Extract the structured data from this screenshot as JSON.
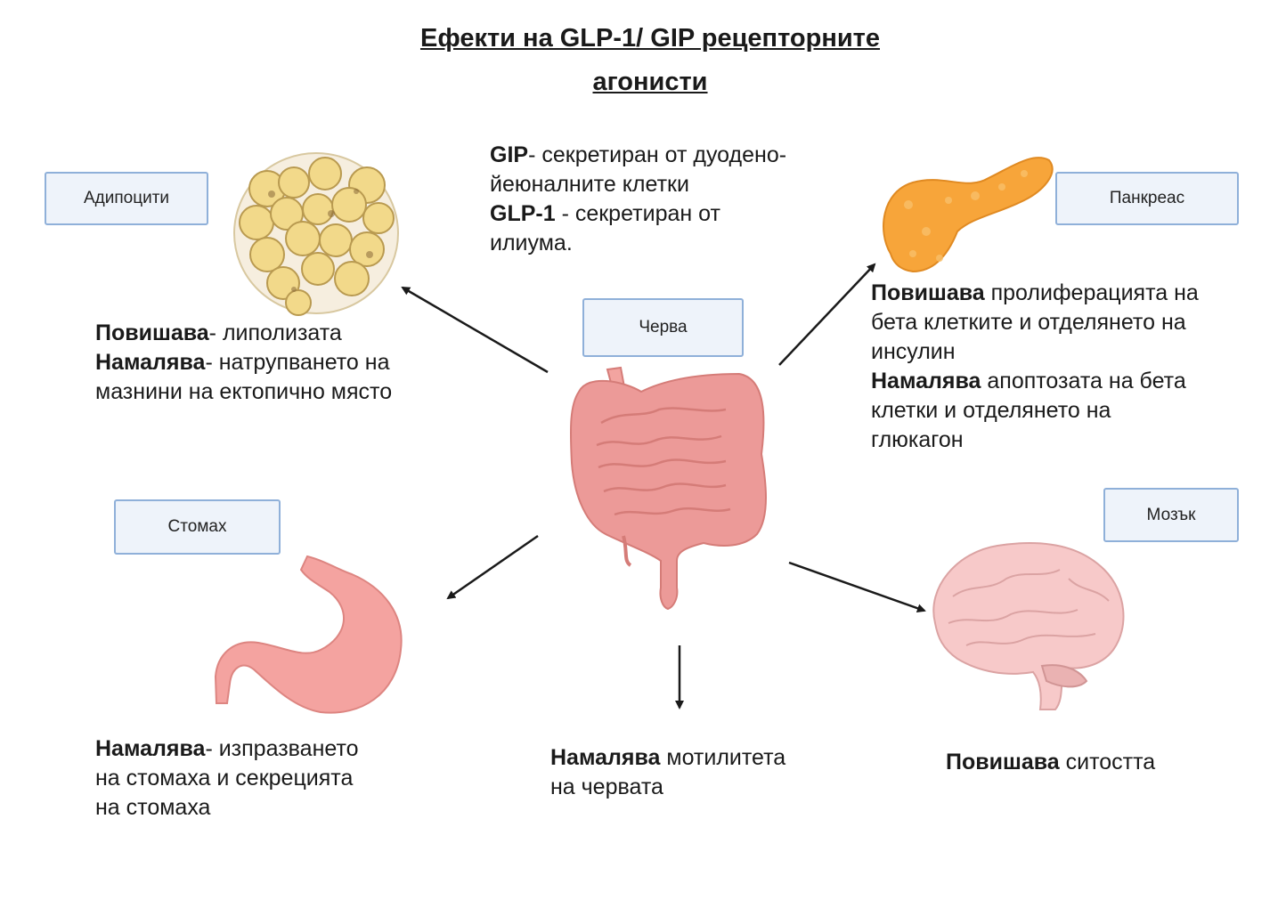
{
  "title": {
    "line1": "Ефекти на GLP-1/ GIP рецепторните ",
    "line2": "агонисти"
  },
  "labels": {
    "adipocytes": "Адипоцити",
    "pancreas": "Панкреас",
    "intestines": "Черва",
    "stomach": "Стомах",
    "brain": "Мозък"
  },
  "intro": {
    "gip_term": "GIP",
    "gip_line1_rest": "- секретиран от дуодено-",
    "gip_line2": "йеюналните клетки",
    "glp_term": "GLP-1",
    "glp_line1_rest": " - секретиран от",
    "glp_line2": "илиума."
  },
  "adipocytes_effects": {
    "line1_bold": "Повишава",
    "line1_rest": "- липолизата",
    "line2_bold": "Намалява",
    "line2_rest": "- натрупването на",
    "line3": "мазнини на ектопично място"
  },
  "pancreas_effects": {
    "line1_bold": "Повишава",
    "line1_rest": " пролиферацията на",
    "line2": "бета клетките и отделянето на",
    "line3": "инсулин",
    "line4_bold": "Намалява",
    "line4_rest": " апоптозата на бета",
    "line5": "клетки и отделянето на",
    "line6": "глюкагон"
  },
  "stomach_effects": {
    "line1_bold": "Намалява",
    "line1_rest": "- изпразването",
    "line2": "на стомаха и секрецията",
    "line3": "на стомаха"
  },
  "intestine_effects": {
    "line1_bold": "Намалява",
    "line1_rest": " мотилитета",
    "line2": "на червата"
  },
  "brain_effects": {
    "line1_bold": "Повишава",
    "line1_rest": " ситостта"
  },
  "colors": {
    "box_fill": "#eef3fa",
    "box_border": "#8fb0d9",
    "fat_cell": "#f2d98a",
    "pancreas": "#f7a53a",
    "intestine": "#ec9a98",
    "stomach": "#f4a3a0",
    "brain": "#f7c9c9"
  }
}
